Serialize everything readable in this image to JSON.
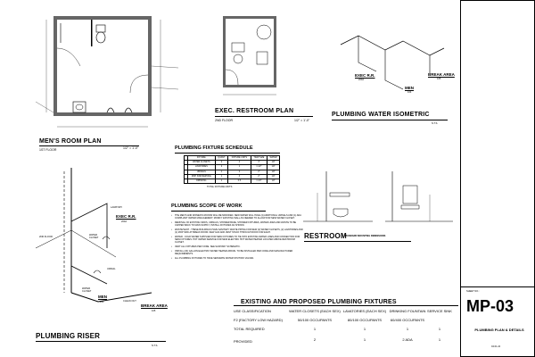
{
  "mens_room": {
    "title": "MEN'S ROOM   PLAN",
    "floor": "1ST FLOOR",
    "scale": "1/2\" = 1'-0\""
  },
  "exec_restroom": {
    "title": "EXEC. RESTROOM   PLAN",
    "floor": "2ND FLOOR",
    "scale": "1/2\" = 1'-0\""
  },
  "isometric": {
    "title": "PLUMBING WATER ISOMETRIC",
    "scale": "N.T.S.",
    "exec_rr": "EXEC R.R.",
    "exec_rr_num": "200A",
    "men": "MEN",
    "men_num": "104",
    "break_area": "BREAK AREA",
    "break_num": "105"
  },
  "schedule": {
    "title": "PLUMBING FIXTURE SCHEDULE",
    "headers": [
      "",
      "FIXTURE",
      "QUANT.",
      "FIXTURE UNITS",
      "TRAP SIZE",
      "WATER"
    ],
    "rows": [
      [
        "",
        "WATER CLOSETS",
        "2",
        "4",
        "3\"",
        "1/2\""
      ],
      [
        "",
        "LAVATORIES",
        "2",
        "1",
        "1 1/2\"",
        "1/2\""
      ],
      [
        "",
        "URINALS",
        "1",
        "2",
        "2\"",
        "1/2\""
      ],
      [
        "",
        "MOP SINK/SERVICE",
        "1",
        "3",
        "2\"",
        "1/2\""
      ],
      [
        "",
        "DRINKING",
        "1",
        "0.5",
        "1 1/4\"",
        "1/2\""
      ]
    ],
    "total": "TOTAL FIXTURE UNITS"
  },
  "scope": {
    "title": "PLUMBING SCOPE OF WORK",
    "items": [
      "THE MEN'S AND WOMEN'S ROOMS WILL BE MODIFIED. NEW WATER WILL HAVE (4) ADDITIONAL URINALS AND (1) ADA COMPLIANT WATER MANAGEMENT; MODIFY EXISTING WALL AS NEEDED TO ALLOW FOR NEW WATER CLOSET.",
      "REMOVAL OF EXISTING SINKS, URINALS, SHOWER BASE, SHOWER FIXTURES, WATER LINES AND WASTE TO BE CAPPED BACK TO MAIN SUPPLY; INSTALL FIXTURES AS SHOWN.",
      "WASTE/VENT - THESE BUILDINGS HAVE SANITARY WASTE PIPING FOR NEW (2) WATER CLOSETS, (2) LAVATORIES AND (1) MOP SINK AT BREAK ROOM. NEW GAS AND VENT STACK THROUGH ROOF FOR EACH.",
      "WATER - COLD WATER SUPPLIED FOR NEW FIXTURES TO TIE INTO EXISTING WATER LINES AND CONNECTION FOR NEW FIXTURES. HOT WATER SERVICE FOR NEW ELECTRIC HOT WATER HEATER LOCATED ABOVE RESTROOM CLOSET.",
      "VENT ALL FIXTURES PER CODE. SEE SANITARY SCHEMATIC.",
      "INSTALL (20) GALLON ELECTRIC WATER HEATER ABOVE. TO BE INSTALLED PER CODE AND MANUFACTURER REQUIREMENTS.",
      "ALL PLUMBING FIXTURES TO HAVE SEPARATE WATER SHUTOFF VALVES."
    ]
  },
  "restroom_elev": {
    "title": "RESTROOM",
    "subtitle": "STANDARD MOUNTING DIMENSIONS"
  },
  "riser": {
    "title": "PLUMBING RISER",
    "scale": "N.T.S.",
    "floor2": "2ND FLOOR",
    "lavatory": "LAVATORY",
    "exec_rr": "EXEC R.R.",
    "exec_num": "200A",
    "water_closet": "WATER CLOSET",
    "men": "MEN",
    "men_num": "104",
    "break_area": "BREAK AREA",
    "break_num": "105",
    "urinal": "URINAL",
    "clean_out": "CLEAN OUT"
  },
  "existing": {
    "title": "EXISTING AND PROPOSED PLUMBING FIXTURES",
    "headers": [
      "USE CLASSIFICATION",
      "WATER CLOSETS (EACH SEX)",
      "LAVATORIES (EACH SEX)",
      "DRINKING FOUNTAIN",
      "SERVICE SINK"
    ],
    "rows": [
      [
        "F2 (FACTORY LOW HAZARD)",
        "50/100 OCCUPANTS",
        "80/100 OCCUPANTS",
        "60/400 OCCUPANTS",
        ""
      ],
      [
        "TOTAL REQUIRED",
        "1",
        "1",
        "1",
        "1"
      ],
      [
        "PROVIDED",
        "2",
        "1",
        "2 ADA",
        "1"
      ]
    ]
  },
  "title_block": {
    "sheet_no_label": "SHEET NO.:",
    "sheet": "MP-03",
    "sheet_title": "PLUMBING PLAN & DETAILS",
    "date": "04.01.24"
  },
  "colors": {
    "line": "#000000",
    "hatch": "#555555",
    "bg": "#ffffff"
  }
}
